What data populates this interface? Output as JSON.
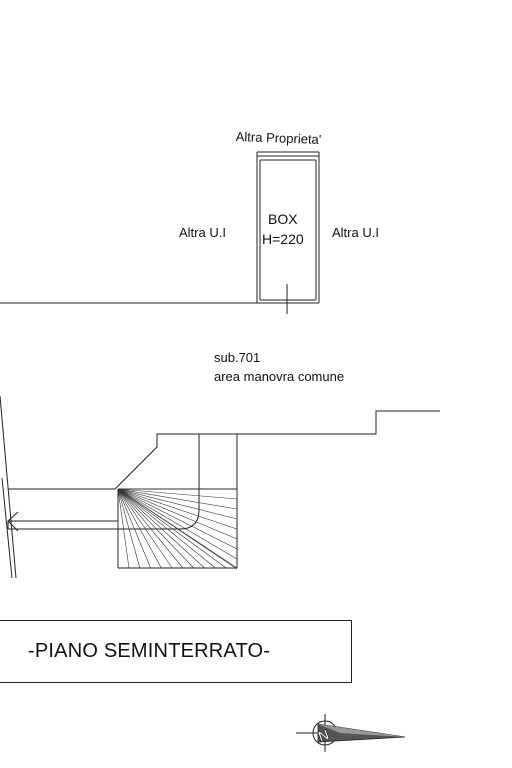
{
  "drawing": {
    "labels": {
      "altra_proprieta": "Altra Proprieta'",
      "box": "BOX",
      "box_height": "H=220",
      "altra_ui_left": "Altra U.I",
      "altra_ui_right": "Altra U.I",
      "sub": "sub.701",
      "area": "area manovra comune"
    },
    "title": "-PIANO SEMINTERRATO-",
    "north_arrow": {
      "letter": "N",
      "icon": "north-arrow-icon"
    },
    "line_color": "#222222"
  }
}
